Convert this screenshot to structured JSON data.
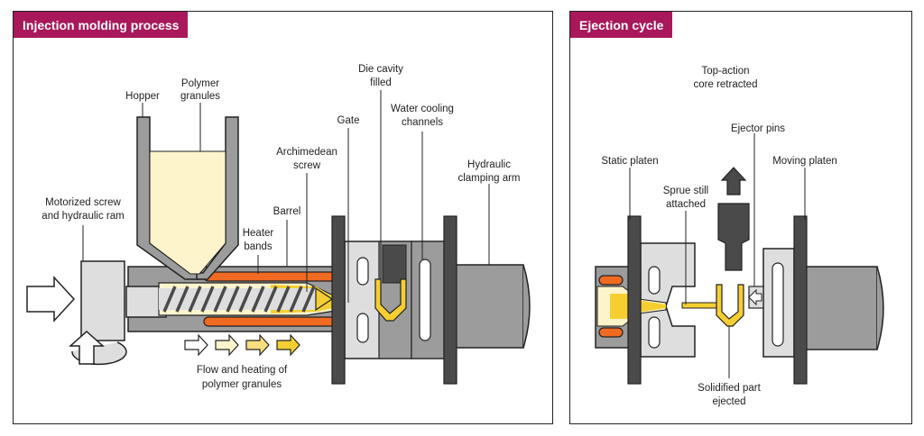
{
  "colors": {
    "accent": "#a8185a",
    "polymer_fill": "#fdf4cc",
    "molten": "#f5cf32",
    "heater": "#f06a22",
    "metal_dark": "#4a4a4a",
    "metal_mid": "#9c9c9c",
    "metal_light": "#dedede"
  },
  "left_panel": {
    "title": "Injection molding process",
    "labels": {
      "hopper": "Hopper",
      "polymer_granules": [
        "Polymer",
        "granules"
      ],
      "motorized": [
        "Motorized screw",
        "and hydraulic ram"
      ],
      "heater_bands": [
        "Heater",
        "bands"
      ],
      "barrel": "Barrel",
      "archimedean": [
        "Archimedean",
        "screw"
      ],
      "gate": "Gate",
      "die_cavity": [
        "Die cavity",
        "filled"
      ],
      "water_cooling": [
        "Water cooling",
        "channels"
      ],
      "hydraulic_arm": [
        "Hydraulic",
        "clamping arm"
      ],
      "flow": [
        "Flow and heating of",
        "polymer granules"
      ]
    }
  },
  "right_panel": {
    "title": "Ejection cycle",
    "labels": {
      "top_action": [
        "Top-action",
        "core retracted"
      ],
      "ejector_pins": "Ejector pins",
      "static_platen": "Static platen",
      "moving_platen": "Moving platen",
      "sprue": [
        "Sprue still",
        "attached"
      ],
      "solidified": [
        "Solidified part",
        "ejected"
      ]
    }
  }
}
